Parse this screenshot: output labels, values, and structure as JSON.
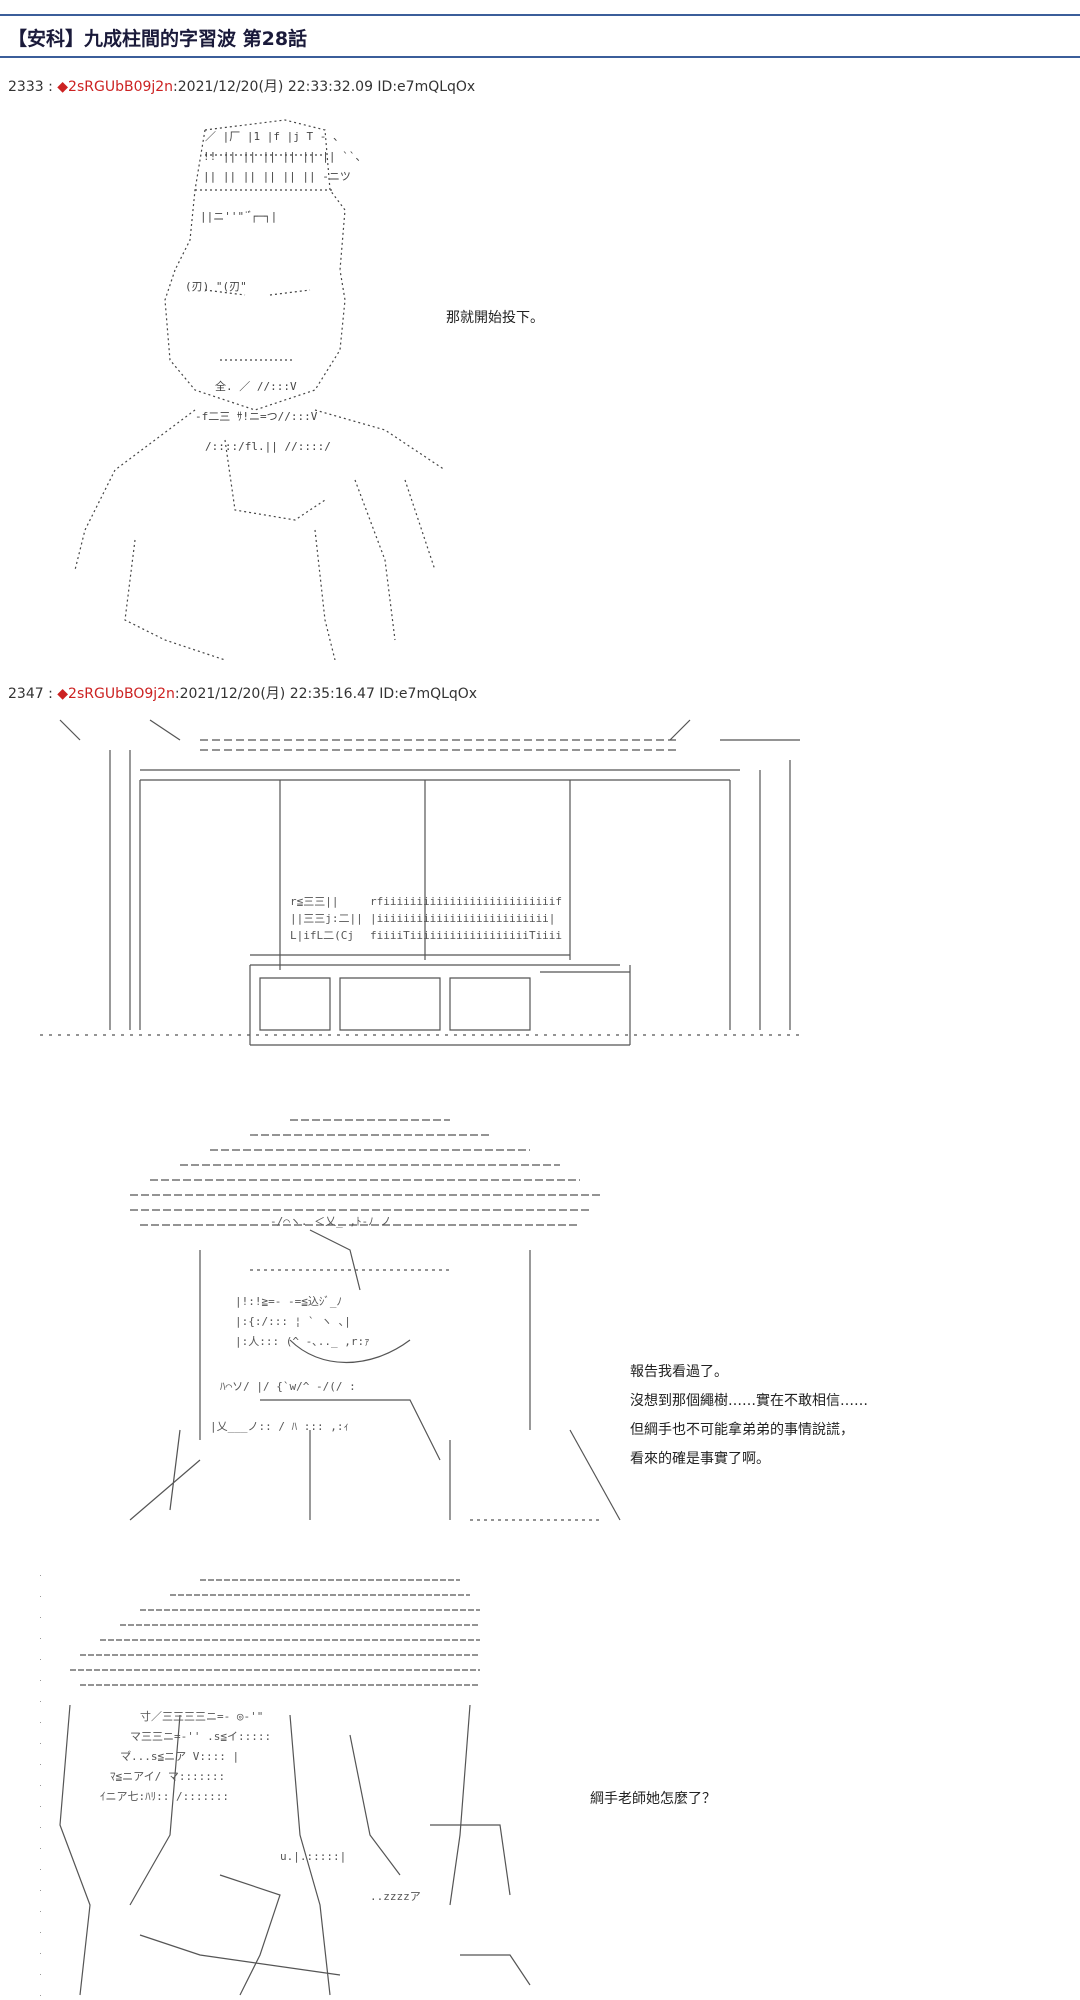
{
  "page": {
    "title": "【安科】九成柱間的字習波 第28話"
  },
  "posts": [
    {
      "number": "2333",
      "separator": " : ",
      "trip": "2sRGUbB09j2n",
      "datetime": ":2021/12/20(月) 22:33:32.09 ID:e7mQLqOx",
      "lines": [
        "那就開始投下。"
      ]
    },
    {
      "number": "2347",
      "separator": " : ",
      "trip": "2sRGUbBO9j2n",
      "datetime": ":2021/12/20(月) 22:35:16.47 ID:e7mQLqOx",
      "lines": []
    }
  ],
  "panel3": {
    "lines": [
      "報告我看過了。",
      "沒想到那個繩樹……實在不敢相信……",
      "但綱手也不可能拿弟弟的事情說謊，",
      "看來的確是事實了啊。"
    ]
  },
  "panel4": {
    "lines": [
      "綱手老師她怎麼了？"
    ]
  },
  "icons": {
    "diamond": "red-diamond-icon"
  },
  "colors": {
    "accent": "#3b5e9a",
    "trip": "#cc2222"
  }
}
